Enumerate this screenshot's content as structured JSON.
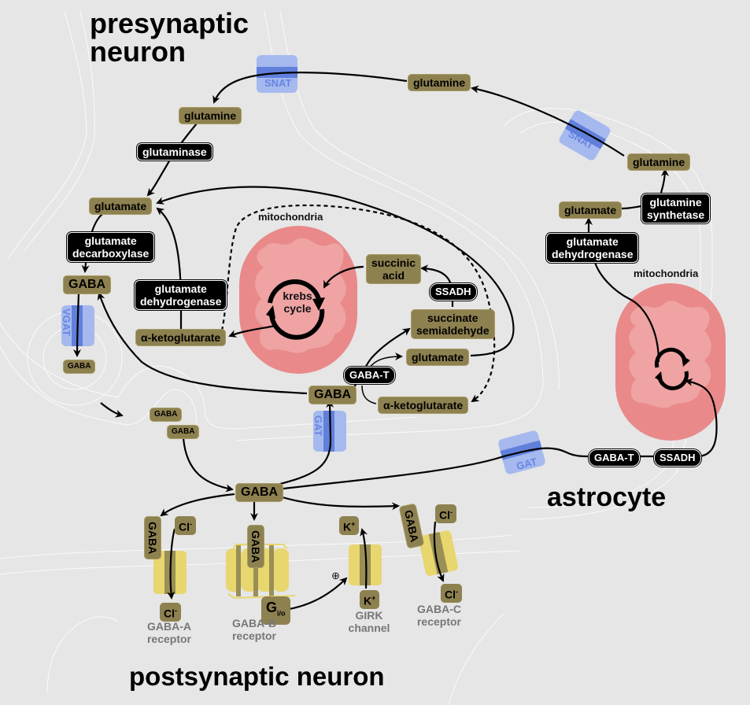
{
  "titles": {
    "presynaptic": "presynaptic neuron",
    "presynaptic_line1": "presynaptic",
    "presynaptic_line2": "neuron",
    "astrocyte": "astrocyte",
    "postsynaptic": "postsynaptic neuron"
  },
  "presynaptic": {
    "glutamine": "glutamine",
    "glutaminase": "glutaminase",
    "glutamate": "glutamate",
    "gad_line1": "glutamate",
    "gad_line2": "decarboxylase",
    "gaba": "GABA",
    "vgat": "VGAT",
    "vesicle_gaba": "GABA",
    "gdh_line1": "glutamate",
    "gdh_line2": "dehydrogenase",
    "akg_left": "α-ketoglutarate",
    "mitochondria": "mitochondria",
    "krebs_line1": "krebs",
    "krebs_line2": "cycle",
    "succinic_line1": "succinic",
    "succinic_line2": "acid",
    "ssadh": "SSADH",
    "ssa_line1": "succinate",
    "ssa_line2": "semialdehyde",
    "glutamate_right": "glutamate",
    "gaba_t": "GABA-T",
    "gaba_uptake": "GABA",
    "akg_right": "α-ketoglutarate",
    "gat": "GAT",
    "snat": "SNAT"
  },
  "cleft": {
    "gaba_1": "GABA",
    "gaba_2": "GABA",
    "gaba_center": "GABA"
  },
  "astrocyte": {
    "snat": "SNAT",
    "glutamine": "glutamine",
    "gs_line1": "glutamine",
    "gs_line2": "synthetase",
    "glutamate": "glutamate",
    "gdh_line1": "glutamate",
    "gdh_line2": "dehydrogenase",
    "mitochondria": "mitochondria",
    "gat": "GAT",
    "gaba_t": "GABA-T",
    "ssadh": "SSADH"
  },
  "postsynaptic": {
    "gaba_a": {
      "ligand": "GABA",
      "ion_in": "Cl",
      "ion_out": "Cl",
      "charge": "-",
      "label_line1": "GABA-A",
      "label_line2": "receptor"
    },
    "gaba_b": {
      "ligand": "GABA",
      "g_protein": "G",
      "g_sub": "i/o",
      "label_line1": "GABA-B",
      "label_line2": "receptor"
    },
    "girk": {
      "ion_top": "K",
      "ion_bottom": "K",
      "charge": "+",
      "modulation": "⊕",
      "label_line1": "GIRK",
      "label_line2": "channel"
    },
    "gaba_c": {
      "ligand": "GABA",
      "ion_in": "Cl",
      "ion_out": "Cl",
      "charge": "-",
      "label_line1": "GABA-C",
      "label_line2": "receptor"
    }
  },
  "colors": {
    "background": "#e6e6e6",
    "molecule": "#8e8150",
    "enzyme": "#000000",
    "mitochondria_outer": "#e9898a",
    "mitochondria_inner": "#efa3a3",
    "transporter": "#9fb4f0",
    "transporter_core": "#5a7ad8",
    "receptor": "#e8d66f",
    "receptor_core": "#9a8f55",
    "receptor_label": "#777777"
  }
}
